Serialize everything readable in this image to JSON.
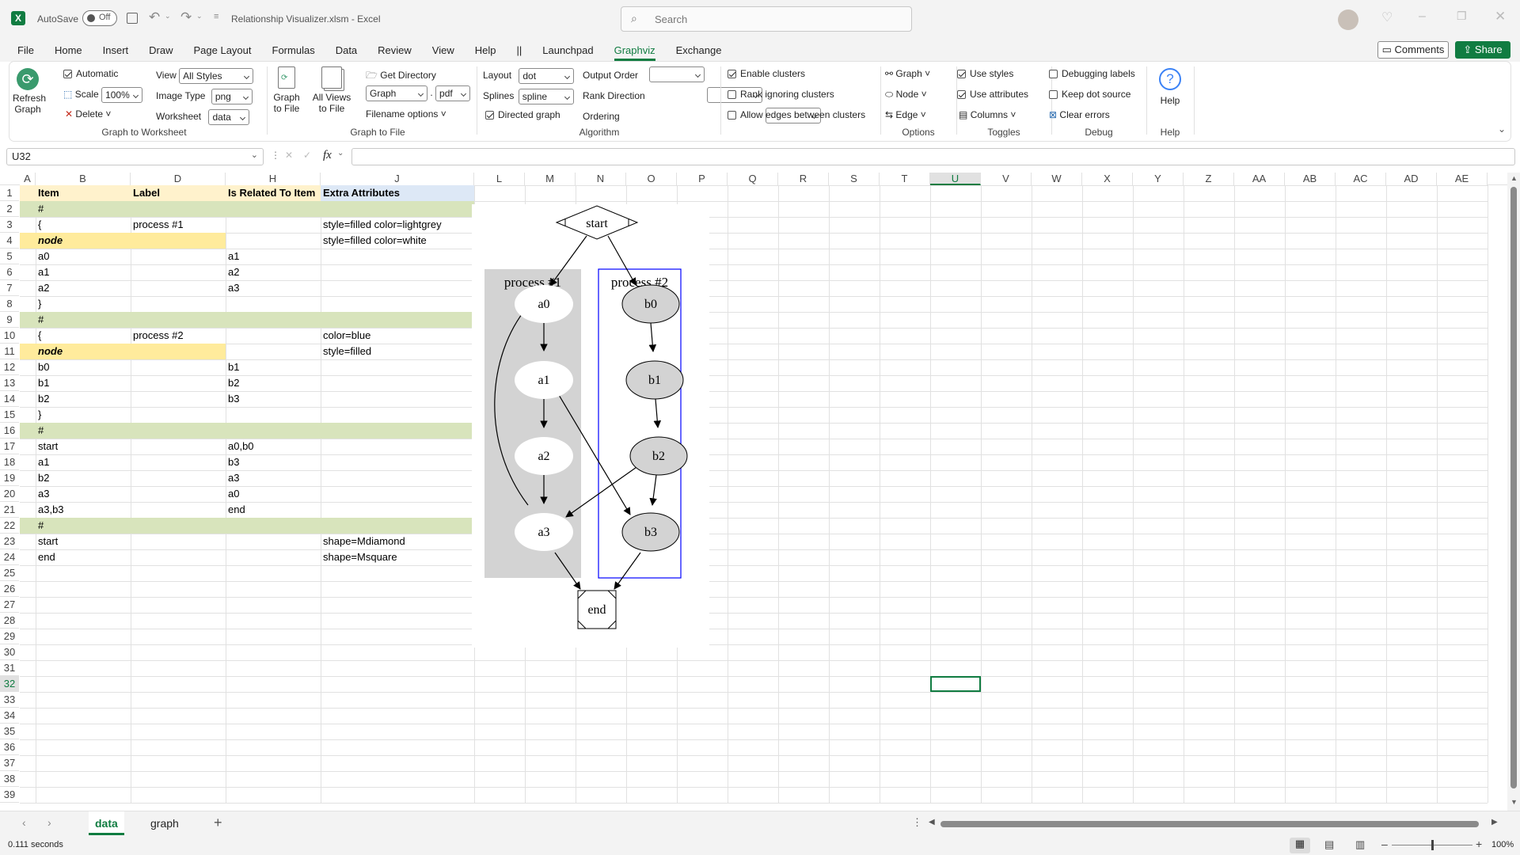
{
  "title_bar": {
    "autosave_label": "AutoSave",
    "autosave_state": "Off",
    "document_title": "Relationship Visualizer.xlsm  -  Excel",
    "search_placeholder": "Search"
  },
  "menu": {
    "items": [
      "File",
      "Home",
      "Insert",
      "Draw",
      "Page Layout",
      "Formulas",
      "Data",
      "Review",
      "View",
      "Help",
      "||",
      "Launchpad",
      "Graphviz",
      "Exchange"
    ],
    "active": "Graphviz",
    "comments_label": "Comments",
    "share_label": "Share"
  },
  "ribbon": {
    "refresh_label_1": "Refresh",
    "refresh_label_2": "Graph",
    "automatic_label": "Automatic",
    "scale_label": "Scale",
    "scale_value": "100%",
    "delete_label": "Delete",
    "view_label": "View",
    "view_value": "All Styles",
    "image_type_label": "Image Type",
    "image_type_value": "png",
    "worksheet_label": "Worksheet",
    "worksheet_value": "data",
    "group_graph_to_worksheet": "Graph to Worksheet",
    "graph_to_file_1": "Graph",
    "graph_to_file_2": "to File",
    "all_views_1": "All Views",
    "all_views_2": "to File",
    "get_directory_label": "Get Directory",
    "filename_value": "Graph",
    "file_ext_value": "pdf",
    "filename_options_label": "Filename options",
    "group_graph_to_file": "Graph to File",
    "layout_label": "Layout",
    "layout_value": "dot",
    "splines_label": "Splines",
    "splines_value": "spline",
    "directed_label": "Directed graph",
    "output_order_label": "Output Order",
    "rank_direction_label": "Rank Direction",
    "ordering_label": "Ordering",
    "group_algorithm": "Algorithm",
    "enable_clusters_label": "Enable clusters",
    "rank_ignoring_label": "Rank ignoring clusters",
    "allow_edges_label": "Allow edges between clusters",
    "graph_menu": "Graph",
    "node_menu": "Node",
    "edge_menu": "Edge",
    "group_options": "Options",
    "use_styles_label": "Use styles",
    "use_attributes_label": "Use attributes",
    "columns_label": "Columns",
    "group_toggles": "Toggles",
    "debugging_labels_label": "Debugging labels",
    "keep_dot_label": "Keep dot source",
    "clear_errors_label": "Clear errors",
    "group_debug": "Debug",
    "help_label": "Help",
    "group_help": "Help"
  },
  "formula_bar": {
    "name_box": "U32",
    "fx": "fx"
  },
  "columns": [
    "A",
    "B",
    "D",
    "H",
    "J",
    "L",
    "M",
    "N",
    "O",
    "P",
    "Q",
    "R",
    "S",
    "T",
    "U",
    "V",
    "W",
    "X",
    "Y",
    "Z",
    "AA",
    "AB",
    "AC",
    "AD",
    "AE"
  ],
  "rows": [
    "1",
    "2",
    "3",
    "4",
    "5",
    "6",
    "7",
    "8",
    "9",
    "10",
    "11",
    "12",
    "13",
    "14",
    "15",
    "16",
    "17",
    "18",
    "19",
    "20",
    "21",
    "22",
    "23",
    "24",
    "25",
    "26",
    "27",
    "28",
    "29",
    "30",
    "31",
    "32",
    "33",
    "34",
    "35",
    "36",
    "37",
    "38",
    "39"
  ],
  "table": {
    "headers": [
      "Item",
      "Label",
      "Is Related To Item",
      "Extra Attributes"
    ],
    "rows": [
      {
        "b": "#",
        "d": "",
        "h": "",
        "j": "",
        "type": "comment"
      },
      {
        "b": "{",
        "d": "process #1",
        "h": "",
        "j": "style=filled color=lightgrey",
        "type": "normal"
      },
      {
        "b": "node",
        "d": "",
        "h": "",
        "j": "style=filled color=white",
        "type": "node"
      },
      {
        "b": "a0",
        "d": "",
        "h": "a1",
        "j": "",
        "type": "normal"
      },
      {
        "b": "a1",
        "d": "",
        "h": "a2",
        "j": "",
        "type": "normal"
      },
      {
        "b": "a2",
        "d": "",
        "h": "a3",
        "j": "",
        "type": "normal"
      },
      {
        "b": "}",
        "d": "",
        "h": "",
        "j": "",
        "type": "normal"
      },
      {
        "b": "#",
        "d": "",
        "h": "",
        "j": "",
        "type": "comment"
      },
      {
        "b": "{",
        "d": "process #2",
        "h": "",
        "j": "color=blue",
        "type": "normal"
      },
      {
        "b": "node",
        "d": "",
        "h": "",
        "j": "style=filled",
        "type": "node"
      },
      {
        "b": "b0",
        "d": "",
        "h": "b1",
        "j": "",
        "type": "normal"
      },
      {
        "b": "b1",
        "d": "",
        "h": "b2",
        "j": "",
        "type": "normal"
      },
      {
        "b": "b2",
        "d": "",
        "h": "b3",
        "j": "",
        "type": "normal"
      },
      {
        "b": "}",
        "d": "",
        "h": "",
        "j": "",
        "type": "normal"
      },
      {
        "b": "#",
        "d": "",
        "h": "",
        "j": "",
        "type": "comment"
      },
      {
        "b": "start",
        "d": "",
        "h": "a0,b0",
        "j": "",
        "type": "normal"
      },
      {
        "b": "a1",
        "d": "",
        "h": "b3",
        "j": "",
        "type": "normal"
      },
      {
        "b": "b2",
        "d": "",
        "h": "a3",
        "j": "",
        "type": "normal"
      },
      {
        "b": "a3",
        "d": "",
        "h": "a0",
        "j": "",
        "type": "normal"
      },
      {
        "b": "a3,b3",
        "d": "",
        "h": "end",
        "j": "",
        "type": "normal"
      },
      {
        "b": "#",
        "d": "",
        "h": "",
        "j": "",
        "type": "comment"
      },
      {
        "b": "start",
        "d": "",
        "h": "",
        "j": "shape=Mdiamond",
        "type": "normal"
      },
      {
        "b": "end",
        "d": "",
        "h": "",
        "j": "shape=Msquare",
        "type": "normal"
      }
    ]
  },
  "graph": {
    "cluster1_label": "process #1",
    "cluster2_label": "process #2",
    "nodes": {
      "start": "start",
      "end": "end",
      "a0": "a0",
      "a1": "a1",
      "a2": "a2",
      "a3": "a3",
      "b0": "b0",
      "b1": "b1",
      "b2": "b2",
      "b3": "b3"
    }
  },
  "sheet_tabs": {
    "tabs": [
      "data",
      "graph"
    ],
    "active": "data",
    "add": "+"
  },
  "status": {
    "text": "0.111 seconds",
    "zoom": "100%"
  },
  "colors": {
    "accent": "#107c41",
    "comment_row": "#d8e4bc",
    "node_row": "#ffeb9c",
    "header_row": "#fff2cc",
    "header_extra": "#dde8f6",
    "cluster_blue": "#0000ff",
    "cluster_grey": "#d3d3d3"
  }
}
